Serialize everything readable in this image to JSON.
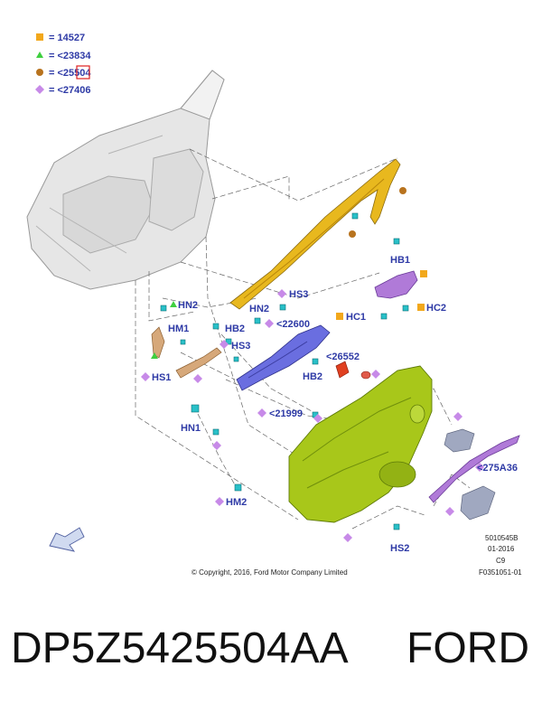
{
  "legend": [
    {
      "symbol": "square",
      "color": "#f2a81c",
      "text": "= 14527"
    },
    {
      "symbol": "triangle",
      "color": "#3fcf3f",
      "text": "= <23834"
    },
    {
      "symbol": "circle",
      "color": "#b8731e",
      "text": "= <25504"
    },
    {
      "symbol": "diamond",
      "color": "#c78ae8",
      "text": "= <27406"
    }
  ],
  "callouts": {
    "hn2_left": "HN2",
    "hm1": "HM1",
    "hs1": "HS1",
    "hb2_left": "HB2",
    "hs3_left": "HS3",
    "hn2_mid": "HN2",
    "hs3_top": "HS3",
    "p22600": "<22600",
    "p26552": "<26552",
    "hb2_right": "HB2",
    "hb1": "HB1",
    "hc1": "HC1",
    "hc2": "HC2",
    "p21999": "<21999",
    "hn1": "HN1",
    "hm2": "HM2",
    "p275a36": "<275A36",
    "hs2": "HS2"
  },
  "meta": {
    "code1": "5010545B",
    "code2": "01-2016",
    "code3": "C9",
    "code4": "F0351051-01",
    "copyright": "© Copyright, 2016, Ford Motor Company Limited"
  },
  "caption": {
    "part_number": "DP5Z5425504AA",
    "brand": "FORD"
  },
  "colors": {
    "label_blue": "#2e3aa6",
    "trim_green": "#a8c71a",
    "molding_yellow": "#e8b81e",
    "bracket_blue": "#6a6ee0",
    "switch_purple": "#b07ad8",
    "clip_cyan": "#29c0c8",
    "door_gray": "#e6e6e6"
  }
}
